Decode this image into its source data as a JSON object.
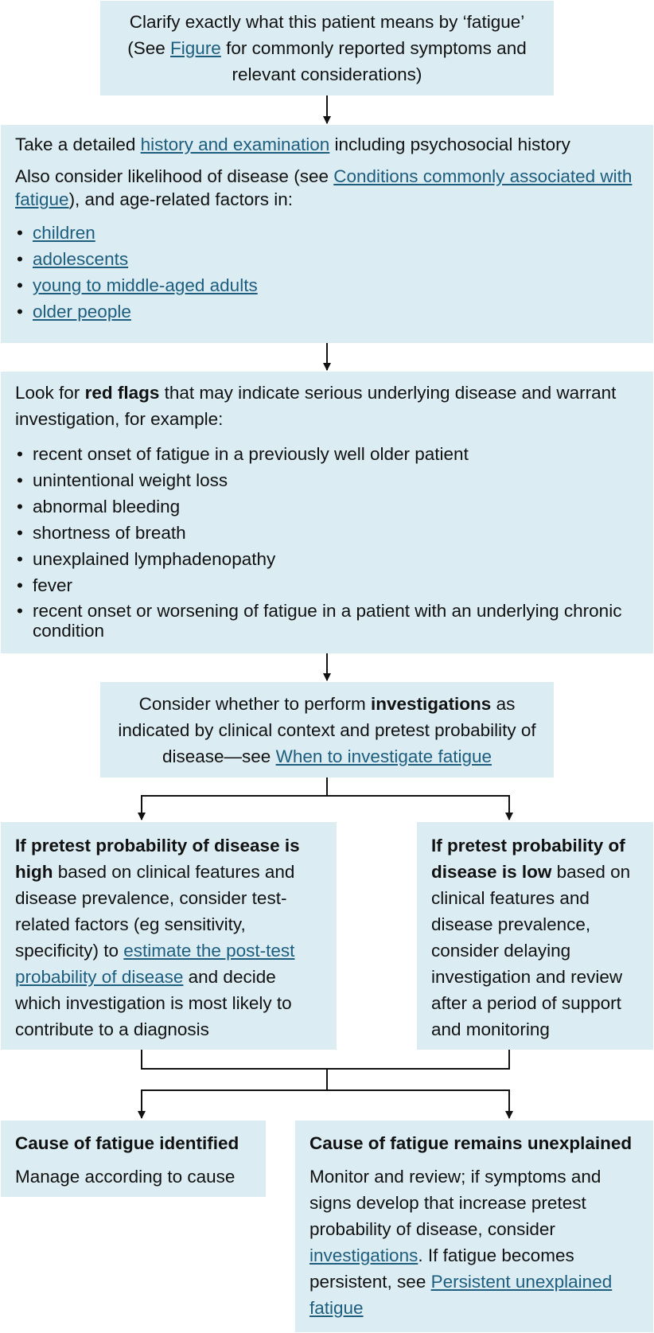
{
  "step1": {
    "line1": "Clarify exactly what this patient means by ‘fatigue’",
    "line2_pre": "(See ",
    "line2_link": "Figure",
    "line2_post": " for commonly reported symptoms and relevant considerations)"
  },
  "step2": {
    "p1_pre": "Take a detailed ",
    "p1_link": "history and examination",
    "p1_post": " including psychosocial history",
    "p2_pre": "Also consider likelihood of disease (see ",
    "p2_link": "Conditions commonly associated with fatigue",
    "p2_post": "), and age-related factors in:",
    "items": [
      "children",
      "adolescents",
      "young to middle-aged adults",
      "older people"
    ]
  },
  "step3": {
    "intro_pre": "Look for ",
    "intro_bold": "red flags",
    "intro_post": " that may indicate serious underlying disease and warrant investigation, for example:",
    "items": [
      "recent onset of fatigue in a previously well older patient",
      "unintentional weight loss",
      "abnormal bleeding",
      "shortness of breath",
      "unexplained lymphadenopathy",
      "fever",
      "recent onset or worsening of fatigue in a patient with an underlying chronic condition"
    ]
  },
  "step4": {
    "pre": "Consider whether to perform ",
    "bold": "investigations",
    "mid": " as indicated by clinical context and pretest probability of disease—see ",
    "link": "When to investigate fatigue"
  },
  "high": {
    "bold": "If pretest probability of disease is high",
    "mid": " based on clinical features and disease prevalence, consider test-related factors (eg sensitivity, specificity) to ",
    "link": "estimate the post-test probability of disease",
    "post": " and decide which investigation is most likely to contribute to a diagnosis"
  },
  "low": {
    "bold": "If pretest probability of disease is low",
    "post": " based on clinical features and disease prevalence, consider delaying investigation and review after a period of support and monitoring"
  },
  "identified": {
    "title": "Cause of fatigue identified",
    "text": "Manage according to cause"
  },
  "unexplained": {
    "title": "Cause of fatigue remains unexplained",
    "pre": "Monitor and review; if symptoms and signs develop that increase pretest probability of disease, consider ",
    "link1": "investigations",
    "mid": ". If fatigue becomes persistent, see ",
    "link2": "Persistent unexplained fatigue"
  },
  "colors": {
    "box_fill": "#dbedf3",
    "link": "#1d5d7e",
    "arrow": "#111111"
  }
}
